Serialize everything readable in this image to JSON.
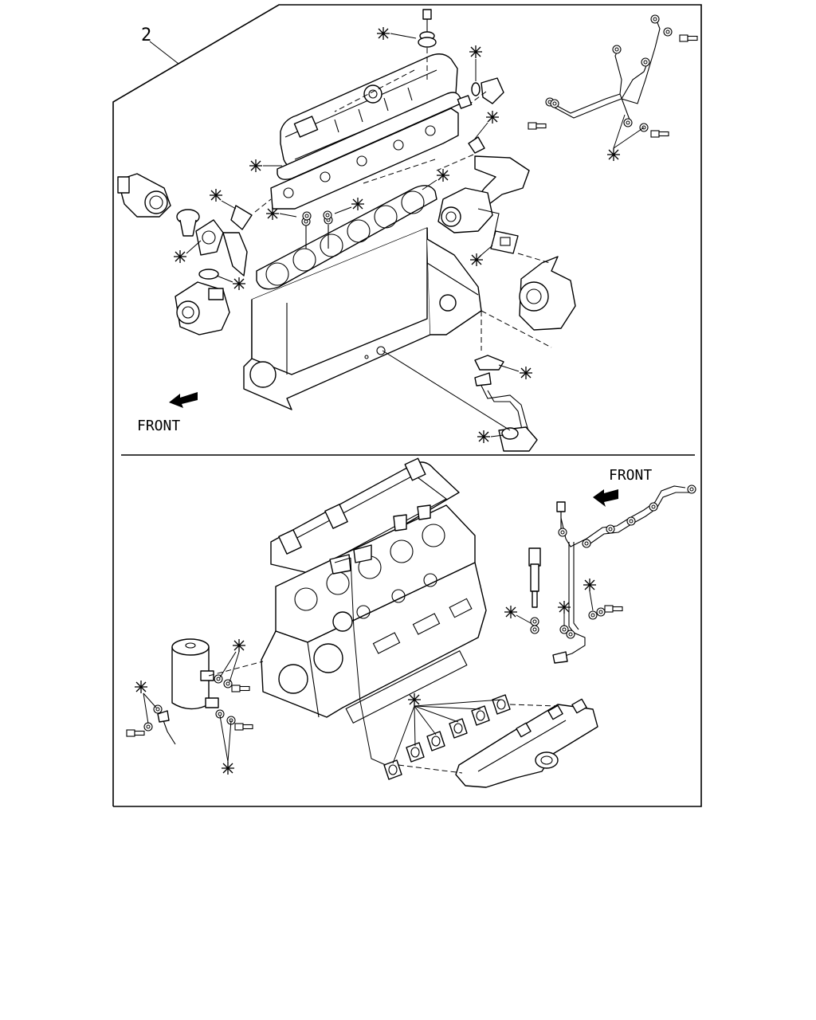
{
  "diagram": {
    "item_number": "2",
    "upper_direction_label": "FRONT",
    "lower_direction_label": "FRONT",
    "marker_symbol": "asterisk",
    "colors": {
      "line": "#000000",
      "background": "#ffffff"
    }
  }
}
